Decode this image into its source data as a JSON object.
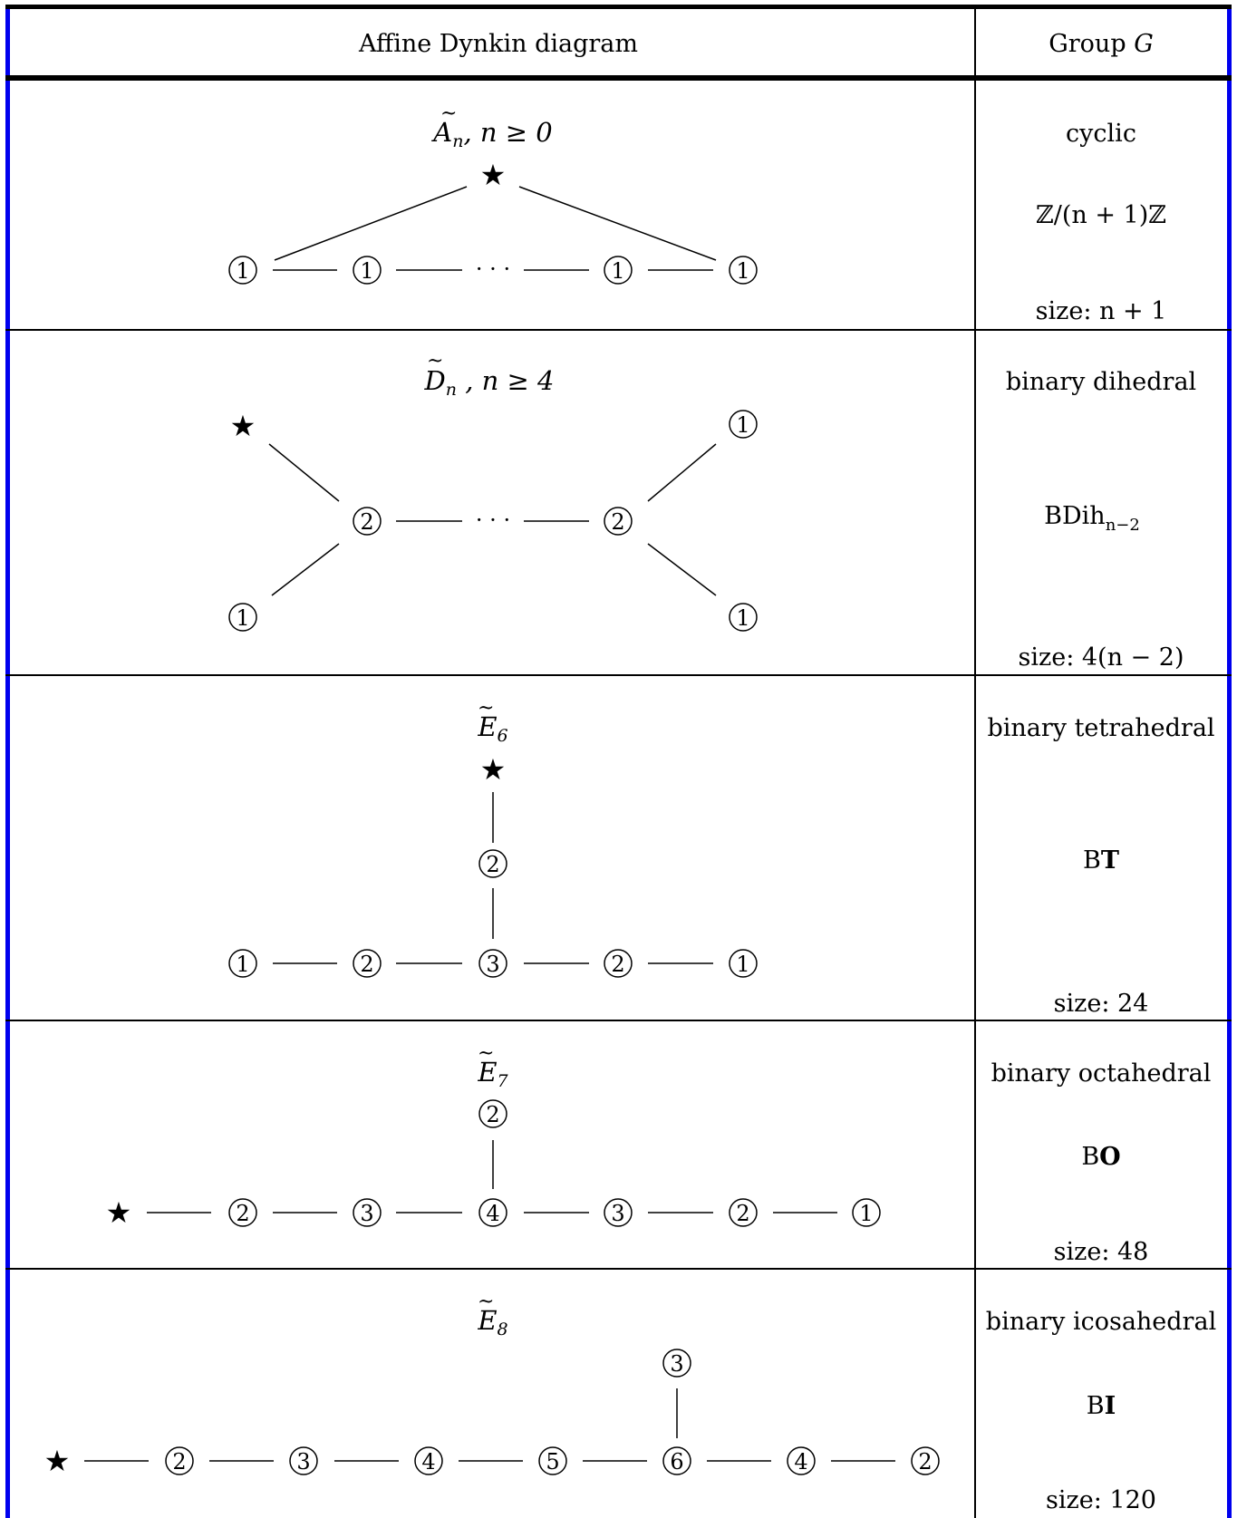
{
  "colors": {
    "border_blue": "#0000ee",
    "rule": "#000000",
    "background": "#ffffff"
  },
  "header": {
    "diagram": "Affine Dynkin diagram",
    "group_prefix": "Group ",
    "group_var": "G"
  },
  "rows": [
    {
      "title_letter": "A",
      "title_sub": "n",
      "title_cond": ", n ≥ 0",
      "group_lines": [
        "cyclic",
        "ℤ/(n + 1)ℤ"
      ],
      "size": "size:  n + 1",
      "nodes": [
        "★",
        "1",
        "1",
        "1",
        "1"
      ],
      "dots": "· · ·"
    },
    {
      "title_letter": "D",
      "title_sub": "n",
      "title_cond": " ,  n ≥ 4",
      "group_lines": [
        "binary dihedral",
        "BDih"
      ],
      "group_sub": "n−2",
      "size": "size:  4(n − 2)",
      "nodes": [
        "★",
        "1",
        "2",
        "2",
        "1",
        "1"
      ],
      "dots": "· · ·"
    },
    {
      "title_letter": "E",
      "title_sub": "6",
      "group_lines": [
        "binary tetrahedral",
        "B"
      ],
      "group_bold": "T",
      "size": "size:  24",
      "nodes": [
        "★",
        "2",
        "1",
        "2",
        "3",
        "2",
        "1"
      ]
    },
    {
      "title_letter": "E",
      "title_sub": "7",
      "group_lines": [
        "binary octahedral",
        "B"
      ],
      "group_bold": "O",
      "size": "size:  48",
      "nodes": [
        "2",
        "★",
        "2",
        "3",
        "4",
        "3",
        "2",
        "1"
      ]
    },
    {
      "title_letter": "E",
      "title_sub": "8",
      "group_lines": [
        "binary icosahedral",
        "B"
      ],
      "group_bold": "I",
      "size": "size:  120",
      "nodes": [
        "3",
        "★",
        "2",
        "3",
        "4",
        "5",
        "6",
        "4",
        "2"
      ]
    }
  ]
}
